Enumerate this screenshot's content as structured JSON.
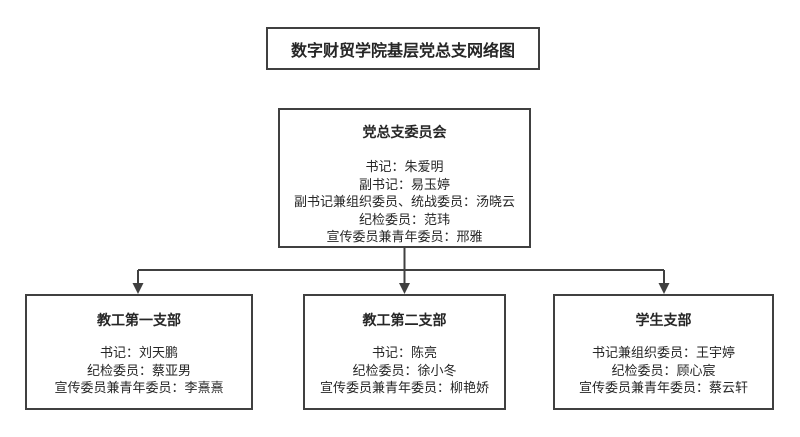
{
  "diagram": {
    "title": "数字财贸学院基层党总支网络图",
    "committee": {
      "name": "党总支委员会",
      "members": [
        "书记：朱爱明",
        "副书记：易玉婷",
        "副书记兼组织委员、统战委员：汤晓云",
        "纪检委员：范玮",
        "宣传委员兼青年委员：邢雅"
      ]
    },
    "branches": [
      {
        "name": "教工第一支部",
        "members": [
          "书记：刘天鹏",
          "纪检委员：蔡亚男",
          "宣传委员兼青年委员：李熹熹"
        ]
      },
      {
        "name": "教工第二支部",
        "members": [
          "书记：陈亮",
          "纪检委员：徐小冬",
          "宣传委员兼青年委员：柳艳娇"
        ]
      },
      {
        "name": "学生支部",
        "members": [
          "书记兼组织委员：王宇婷",
          "纪检委员：顾心宸",
          "宣传委员兼青年委员：蔡云轩"
        ]
      }
    ],
    "colors": {
      "line": "#404040",
      "text": "#262626",
      "background": "#ffffff"
    }
  }
}
